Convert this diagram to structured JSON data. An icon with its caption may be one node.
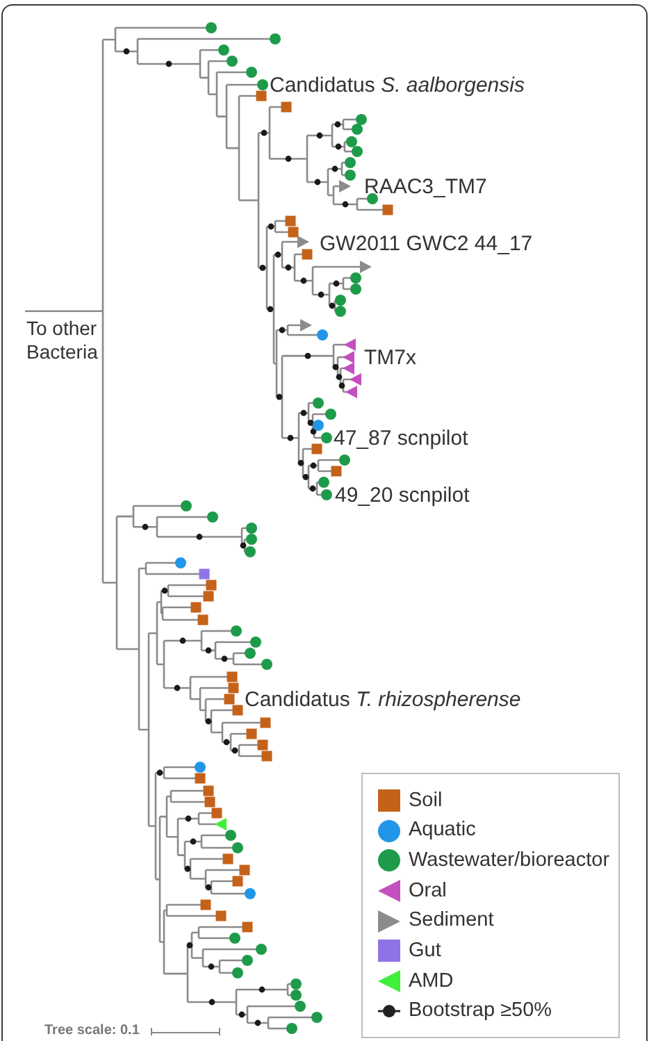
{
  "diagram": {
    "labels": [
      "Candidatus *S. aalborgensis*",
      "RAAC3_TM7",
      "GW2011 GWC2 44_17",
      "To other Bacteria",
      "TM7x",
      "47_87 scnpilot",
      "49_20 scnpilot",
      "Candidatus *T. rhizospherense*",
      "Tree scale: 0.1"
    ],
    "legend": [
      {
        "text": "Soil",
        "color": "#c4621a"
      },
      {
        "text": "Aquatic",
        "color": "#2196e8"
      },
      {
        "text": "Wastewater/bioreactor",
        "color": "#1e9b4a"
      },
      {
        "text": "Oral",
        "color": "#c44fbf"
      },
      {
        "text": "Sediment",
        "color": "#8c8c8c"
      },
      {
        "text": "Gut",
        "color": "#8f73e6"
      },
      {
        "text": "AMD",
        "color": "#3ef03a"
      },
      {
        "text": "Bootstrap ≥50%"
      }
    ]
  }
}
